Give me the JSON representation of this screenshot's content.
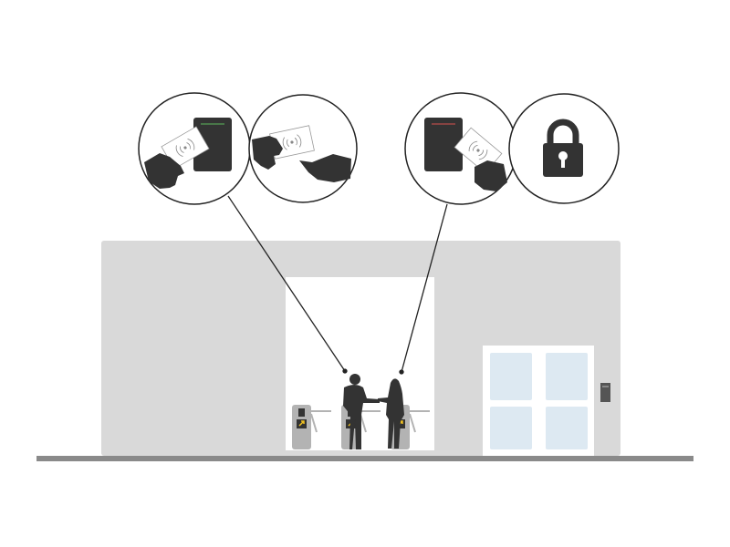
{
  "colors": {
    "building": "#d9d9d9",
    "floor": "#8a8a8a",
    "silhouette": "#333333",
    "turnstile": "#b3b3b3",
    "glass": "#dde9f2",
    "reader_ok_led": "#5cb85c",
    "reader_denied_led": "#d9534f",
    "arrow_sign": "#f0c020"
  },
  "callouts": [
    {
      "name": "card-granted",
      "icon": "card-reader-green-icon"
    },
    {
      "name": "card-handover",
      "icon": "card-pass-back-icon"
    },
    {
      "name": "card-denied",
      "icon": "card-reader-red-icon"
    },
    {
      "name": "locked",
      "icon": "padlock-icon"
    }
  ]
}
